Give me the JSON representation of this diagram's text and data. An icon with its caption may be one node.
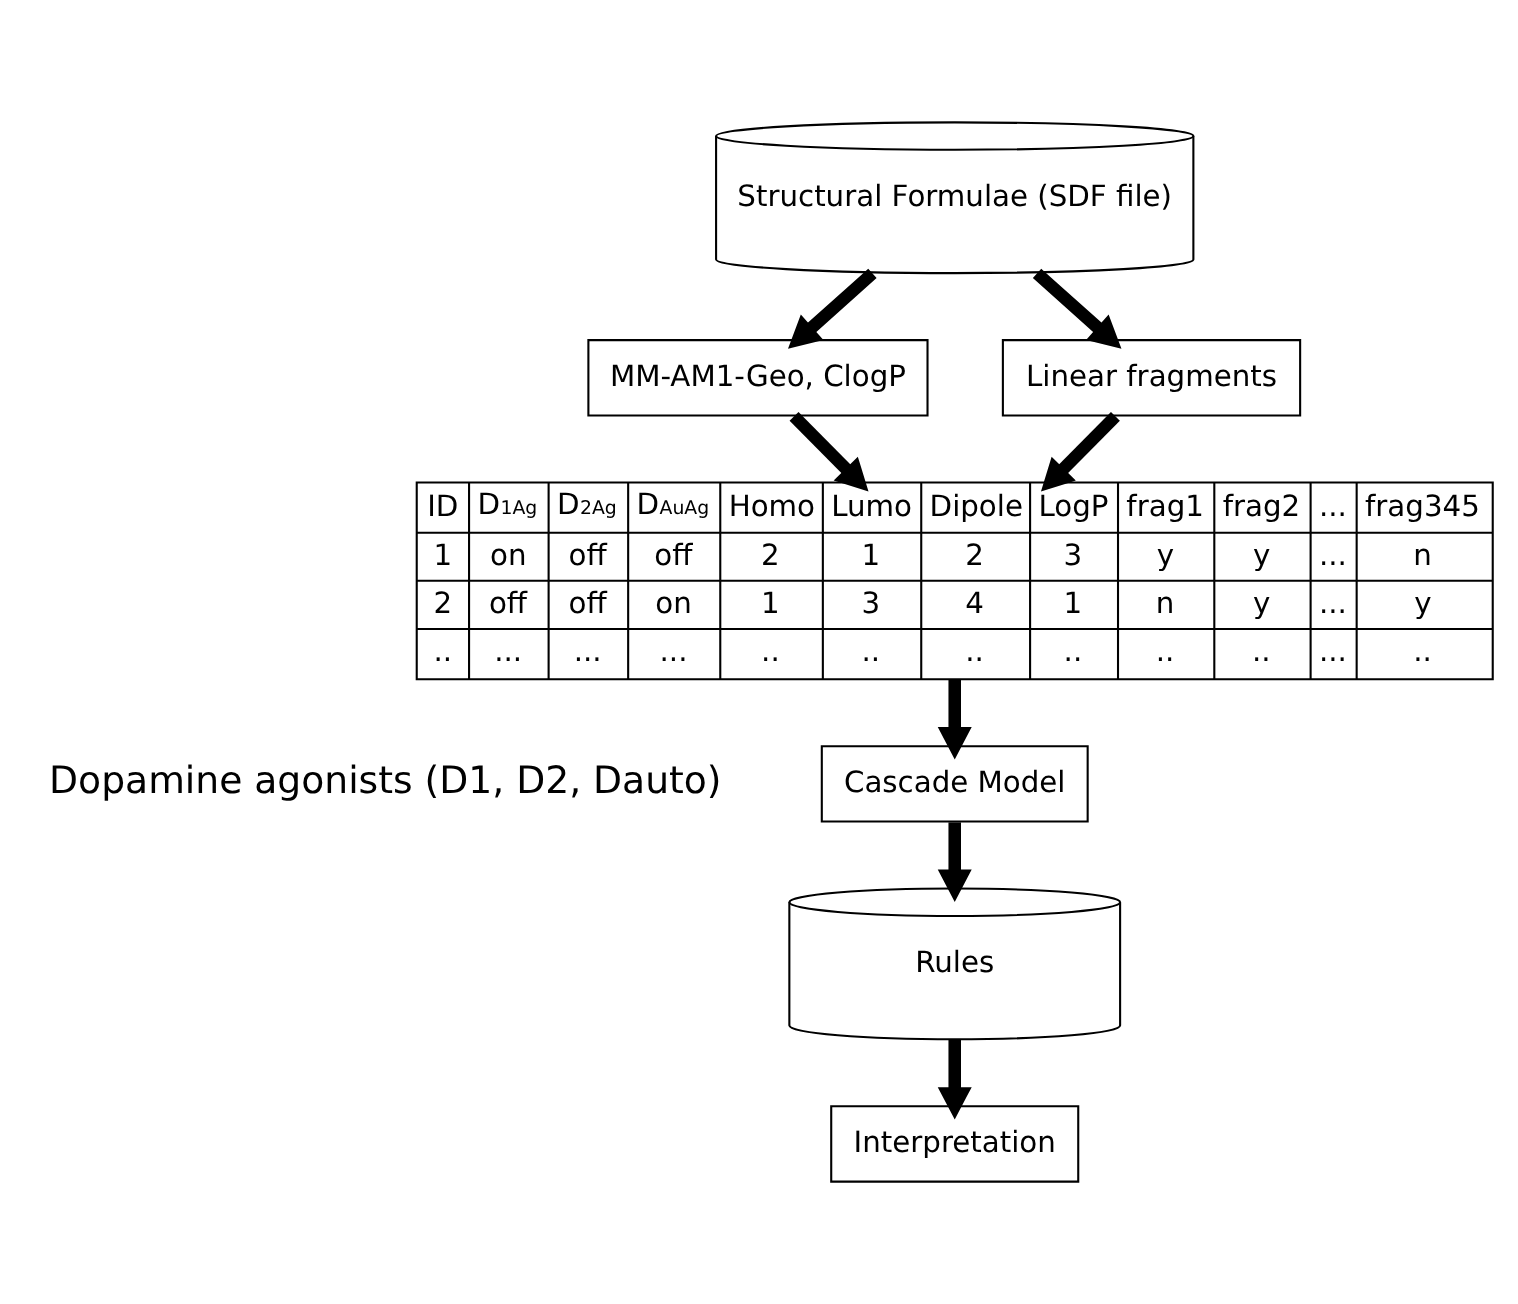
{
  "diagram": {
    "nodes": [
      {
        "text": [
          "Structural Formulae (SDF file)"
        ]
      },
      {
        "text": [
          "MM-AM1-Geo, ClogP"
        ]
      },
      {
        "text": [
          "Linear fragments"
        ]
      },
      {
        "text": [],
        "shape": "box"
      },
      {
        "text": [
          "Cascade Model"
        ]
      },
      {
        "text": [
          "Rules"
        ]
      },
      {
        "text": [
          "Interpretation"
        ]
      }
    ],
    "edges": [
      {
        "from": 0,
        "to": 1,
        "arrow": "to"
      },
      {
        "from": 0,
        "to": 2,
        "arrow": "to"
      },
      {
        "from": 1,
        "to": 3,
        "arrow": "to"
      },
      {
        "from": 2,
        "to": 3,
        "arrow": "to"
      },
      {
        "from": 3,
        "to": 4,
        "arrow": "to"
      },
      {
        "from": 4,
        "to": 5,
        "arrow": "to"
      },
      {
        "from": 5,
        "to": 6,
        "arrow": "to"
      }
    ],
    "labels": [
      "ID",
      "D$_{1Ag}$",
      "D$_{2Ag}$",
      "D$_{AuAg}$",
      "Homo",
      "Lumo",
      "Dipole",
      "LogP",
      "frag1",
      "frag2",
      "...",
      "frag345",
      "1",
      "on",
      "off",
      "off",
      "2",
      "1",
      "2",
      "3",
      "y",
      "y",
      "...",
      "n",
      "2",
      "off",
      "off",
      "on",
      "1",
      "3",
      "4",
      "1",
      "n",
      "y",
      "...",
      "y",
      "..",
      "...",
      "...",
      "...",
      "..",
      "..",
      "..",
      "..",
      "..",
      "..",
      "...",
      "..",
      "Dopamine agonists (D1, D2, Dauto)"
    ]
  }
}
